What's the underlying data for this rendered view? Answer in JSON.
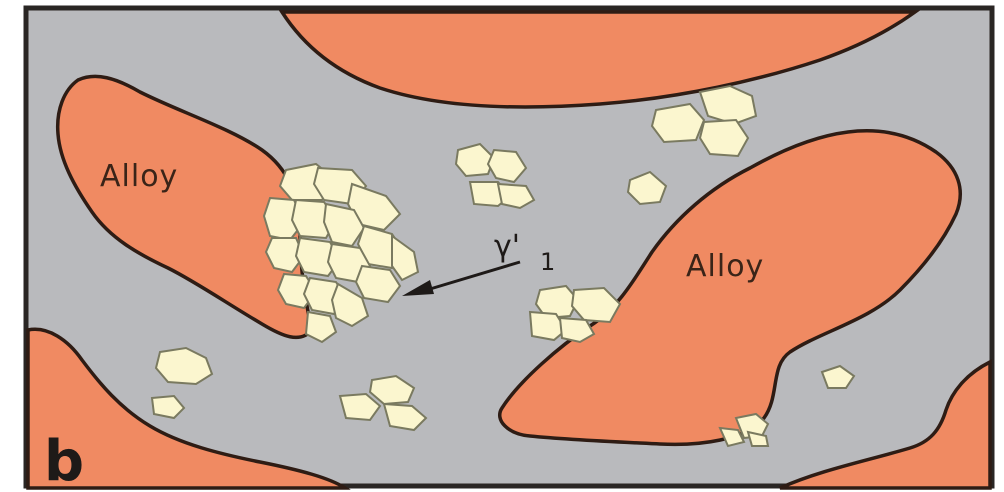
{
  "figure": {
    "panel_letter": "b",
    "labels": {
      "alloy_left": "Alloy",
      "alloy_right": "Alloy",
      "phase": "γ'",
      "phase_subscript": "1"
    },
    "colors": {
      "matrix": "#b9babd",
      "alloy": "#f08a62",
      "grain": "#fbf6cf",
      "outline": "#2e1c14",
      "frame": "#2a2624"
    }
  }
}
